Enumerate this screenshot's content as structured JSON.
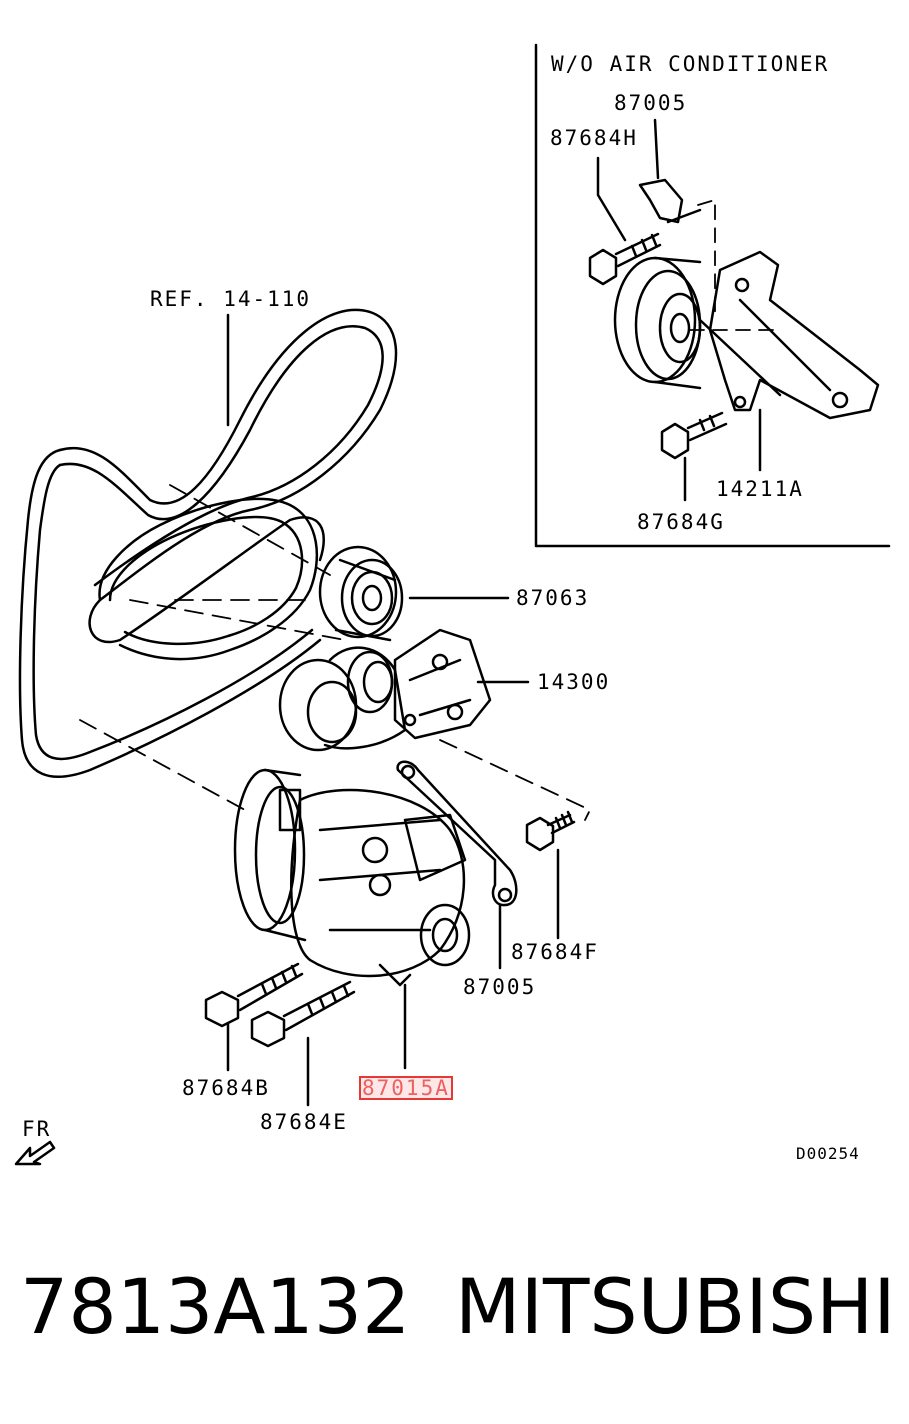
{
  "inset": {
    "title": "W/O AIR CONDITIONER",
    "labels": {
      "bracket_part": "87005",
      "bolt_h": "87684H",
      "pulley_bracket": "14211A",
      "bolt_g": "87684G"
    }
  },
  "main": {
    "labels": {
      "belt_ref": "REF. 14-110",
      "idler_pulley": "87063",
      "tensioner": "14300",
      "bolt_f": "87684F",
      "bracket": "87005",
      "bolt_b": "87684B",
      "bolt_e": "87684E",
      "compressor": "87015A"
    },
    "highlighted_part": "87015A",
    "highlight_color": "#e53935"
  },
  "front_indicator": "FR",
  "drawing_code": "D00254",
  "footer": {
    "part_number": "7813A132",
    "brand": "MITSUBISHI"
  }
}
